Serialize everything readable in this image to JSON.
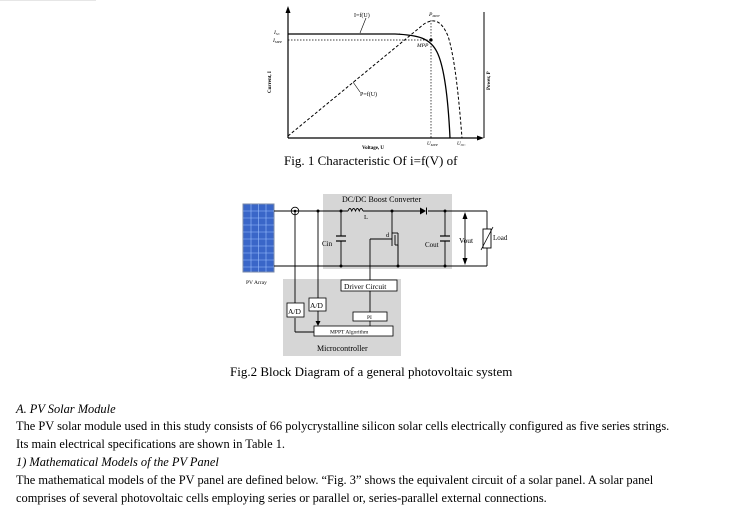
{
  "fig1": {
    "labels": {
      "i_curve": "I=f(U)",
      "p_curve": "P=f(U)",
      "pmpp": "P",
      "pmpp_sub": "MPP",
      "mpp": "MPP",
      "isc": "I",
      "isc_sub": "SC",
      "impp": "I",
      "impp_sub": "MPP",
      "umpp": "U",
      "umpp_sub": "MPP",
      "uoc": "U",
      "uoc_sub": "OC",
      "x_axis": "Voltage, U",
      "y_axis_left": "Current, I",
      "y_axis_right": "Power, P"
    },
    "caption": "Fig. 1 Characteristic Of i=f(V)  of"
  },
  "fig2": {
    "labels": {
      "converter": "DC/DC Boost Converter",
      "inductor": "L",
      "switch": "d",
      "cin": "Cin",
      "cout": "Cout",
      "vout": "Vout",
      "load": "Load",
      "pv_array": "PV Array",
      "driver": "Driver Circuit",
      "ad1": "A/D",
      "ad2": "A/D",
      "pi": "PI",
      "mppt": "MPPT Algorithm",
      "micro": "Microcontroller"
    },
    "caption": "Fig.2 Block Diagram of a general photovoltaic system"
  },
  "text": {
    "heading_a": "A.   PV Solar Module",
    "para1_line1": "The PV solar module used in this study consists of 66 polycrystalline silicon solar cells electrically configured as five series strings.",
    "para1_line2": "Its main electrical specifications are shown in Table 1.",
    "heading_1": "1)   Mathematical Models of the PV Panel",
    "para2_line1": "The mathematical models of the PV panel are defined below. “Fig. 3” shows the equivalent circuit of a solar panel. A solar panel",
    "para2_line2": "comprises of several photovoltaic cells employing series or parallel or, series-parallel external connections."
  }
}
